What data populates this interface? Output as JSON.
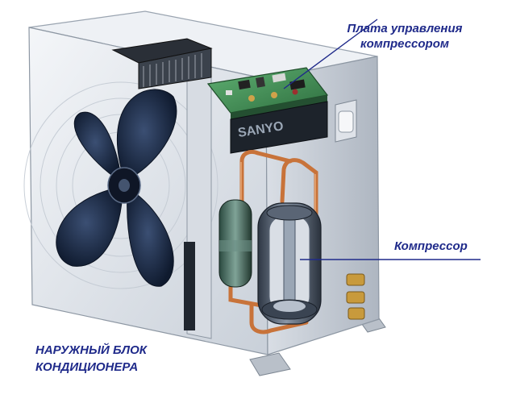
{
  "labels": {
    "board_line1": "Плата управления",
    "board_line2": "компрессором",
    "compressor": "Компрессор",
    "title_line1": "НАРУЖНЫЙ БЛОК",
    "title_line2": "КОНДИЦИОНЕРА"
  },
  "brand": "SANYO",
  "colors": {
    "label_text": "#1f2a8a",
    "leader_line": "#1f2a8a",
    "casing": "#e9edf2",
    "fan_blade": "#1a2a44",
    "pcb_green": "#3f8f54",
    "copper": "#c8733a",
    "compressor_steel": "#4a5666"
  }
}
